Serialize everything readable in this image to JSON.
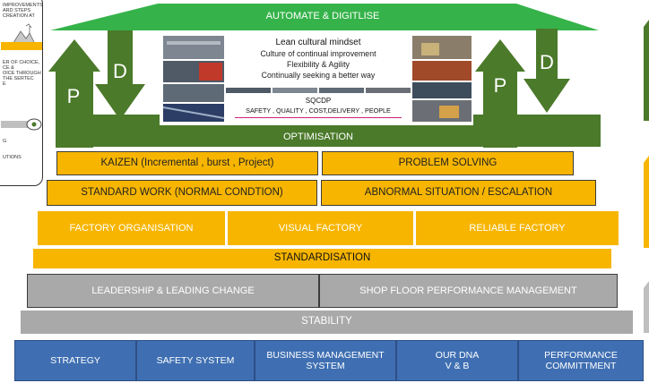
{
  "roof": {
    "label": "AUTOMATE & DIGITLISE"
  },
  "center_panel": {
    "heading": "Lean cultural mindset",
    "lines": [
      "Culture  of continual improvement",
      "Flexibility & Agility",
      "Continually seeking a better way"
    ],
    "sqcdp_title": "SQCDP",
    "sqcdp_detail": "SAFETY , QUALITY , COST,DELIVERY , PEOPLE"
  },
  "arrows": {
    "left_up": "P",
    "left_down": "D",
    "right_up": "P",
    "right_down": "D"
  },
  "optimisation": {
    "label": "OPTIMISATION"
  },
  "row_kaizen": [
    "KAIZEN (Incremental , burst , Project)",
    "PROBLEM SOLVING"
  ],
  "row_standard": [
    "STANDARD WORK (NORMAL CONDTION)",
    "ABNORMAL SITUATION /  ESCALATION"
  ],
  "row_factory": [
    "FACTORY ORGANISATION",
    "VISUAL FACTORY",
    "RELIABLE  FACTORY"
  ],
  "standardisation": {
    "label": "STANDARDISATION"
  },
  "row_leadership": [
    "LEADERSHIP & LEADING CHANGE",
    "SHOP FLOOR PERFORMANCE MANAGEMENT"
  ],
  "stability": {
    "label": "STABILITY"
  },
  "foundation": [
    "STRATEGY",
    "SAFETY SYSTEM",
    "BUSINESS MANAGEMENT SYSTEM",
    "OUR DNA\nV & B",
    "PERFORMANCE COMMITTMENT"
  ],
  "side_panel": {
    "top_lines": [
      "IMPROVEMENTS",
      "ARD STEPS",
      "CREATION AT"
    ],
    "mid_lines": [
      "ER OF CHOICE,",
      "CE &",
      "OICE THROUGH",
      "THE SERTEC",
      "E"
    ],
    "bottom_lines": [
      "G",
      "",
      "UTIONS"
    ]
  },
  "colors": {
    "green": "#4b7a2a",
    "roof_green": "#35b34a",
    "yellow": "#f7b500",
    "grey": "#a9a9a9",
    "blue": "#3f6fb2"
  }
}
